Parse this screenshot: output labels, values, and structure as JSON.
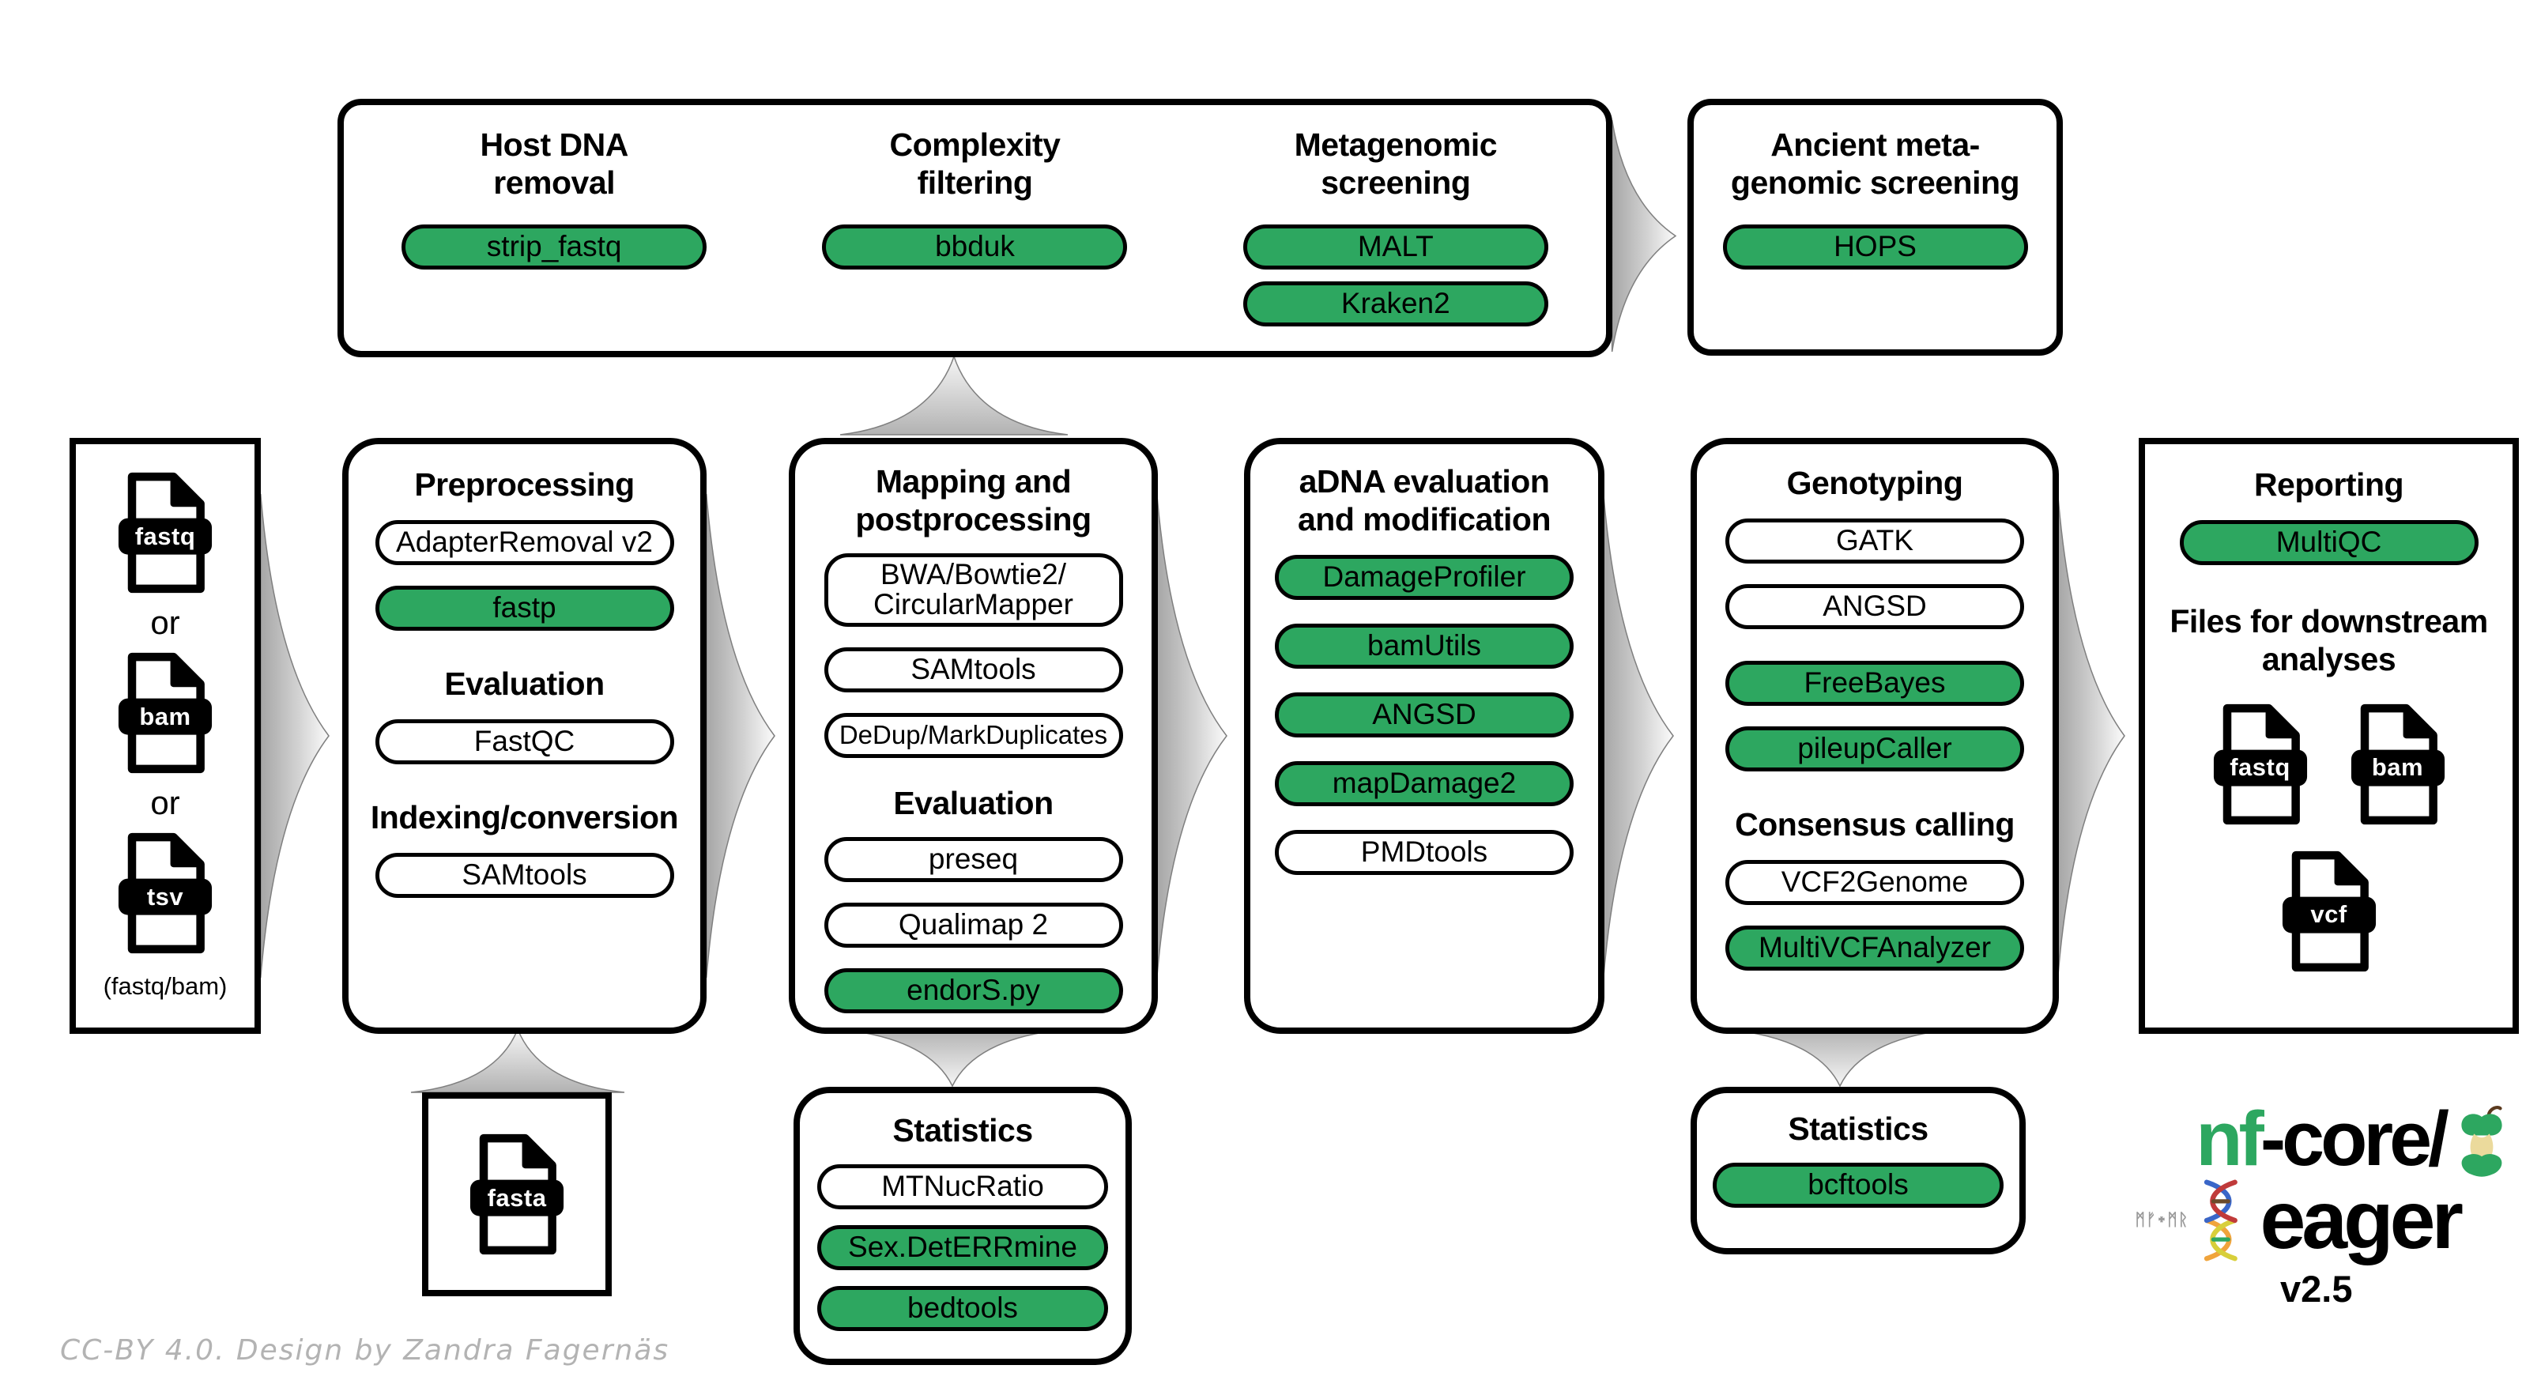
{
  "colors": {
    "accent_green": "#2DA760",
    "arrow_gray": "#b7b7b7",
    "credit_gray": "#b3b3b3"
  },
  "top_row": {
    "pipeline_box": {
      "sections": [
        {
          "title": "Host DNA\nremoval",
          "tools": [
            {
              "label": "strip_fastq",
              "variant": "green"
            }
          ]
        },
        {
          "title": "Complexity\nfiltering",
          "tools": [
            {
              "label": "bbduk",
              "variant": "green"
            }
          ]
        },
        {
          "title": "Metagenomic\nscreening",
          "tools": [
            {
              "label": "MALT",
              "variant": "green"
            },
            {
              "label": "Kraken2",
              "variant": "green"
            }
          ]
        }
      ]
    },
    "ancient_box": {
      "title": "Ancient meta-\ngenomic screening",
      "tools": [
        {
          "label": "HOPS",
          "variant": "green"
        }
      ]
    }
  },
  "input_box": {
    "file_labels": [
      "fastq",
      "bam",
      "tsv"
    ],
    "separator": "or",
    "caption": "(fastq/bam)"
  },
  "preprocessing": {
    "sections": [
      {
        "heading": "Preprocessing",
        "tools": [
          {
            "label": "AdapterRemoval v2",
            "variant": "white"
          },
          {
            "label": "fastp",
            "variant": "green"
          }
        ]
      },
      {
        "heading": "Evaluation",
        "tools": [
          {
            "label": "FastQC",
            "variant": "white"
          }
        ]
      },
      {
        "heading": "Indexing/conversion",
        "tools": [
          {
            "label": "SAMtools",
            "variant": "white"
          }
        ]
      }
    ]
  },
  "mapping": {
    "sections": [
      {
        "heading": "Mapping and\npostprocessing",
        "tools": [
          {
            "label": "BWA/Bowtie2/\nCircularMapper",
            "variant": "white"
          },
          {
            "label": "SAMtools",
            "variant": "white"
          },
          {
            "label": "DeDup/MarkDuplicates",
            "variant": "white"
          }
        ]
      },
      {
        "heading": "Evaluation",
        "tools": [
          {
            "label": "preseq",
            "variant": "white"
          },
          {
            "label": "Qualimap 2",
            "variant": "white"
          },
          {
            "label": "endorS.py",
            "variant": "green"
          }
        ]
      }
    ]
  },
  "adna": {
    "sections": [
      {
        "heading": "aDNA evaluation\nand modification",
        "tools": [
          {
            "label": "DamageProfiler",
            "variant": "green"
          },
          {
            "label": "bamUtils",
            "variant": "green"
          },
          {
            "label": "ANGSD",
            "variant": "green"
          },
          {
            "label": "mapDamage2",
            "variant": "green"
          },
          {
            "label": "PMDtools",
            "variant": "white"
          }
        ]
      }
    ]
  },
  "genotyping": {
    "sections": [
      {
        "heading": "Genotyping",
        "tools": [
          {
            "label": "GATK",
            "variant": "white"
          },
          {
            "label": "ANGSD",
            "variant": "white"
          },
          {
            "label": "FreeBayes",
            "variant": "green"
          },
          {
            "label": "pileupCaller",
            "variant": "green"
          }
        ]
      },
      {
        "heading": "Consensus calling",
        "tools": [
          {
            "label": "VCF2Genome",
            "variant": "white"
          },
          {
            "label": "MultiVCFAnalyzer",
            "variant": "green"
          }
        ]
      }
    ]
  },
  "reporting": {
    "heading": "Reporting",
    "tools": [
      {
        "label": "MultiQC",
        "variant": "green"
      }
    ],
    "files_heading": "Files for downstream\nanalyses",
    "file_labels": [
      "fastq",
      "bam",
      "vcf"
    ]
  },
  "bottom": {
    "fasta_label": "fasta",
    "statistics_mid": {
      "heading": "Statistics",
      "tools": [
        {
          "label": "MTNucRatio",
          "variant": "white"
        },
        {
          "label": "Sex.DetERRmine",
          "variant": "green"
        },
        {
          "label": "bedtools",
          "variant": "green"
        }
      ]
    },
    "statistics_right": {
      "heading": "Statistics",
      "tools": [
        {
          "label": "bcftools",
          "variant": "green"
        }
      ]
    }
  },
  "logo": {
    "brand_green": "nf",
    "brand_black": "-core/",
    "name": "eager",
    "version": "v2.5",
    "runes": "ᛗᚠ᛭ᛗᚱ"
  },
  "credit": "CC-BY 4.0. Design by Zandra Fagernäs"
}
